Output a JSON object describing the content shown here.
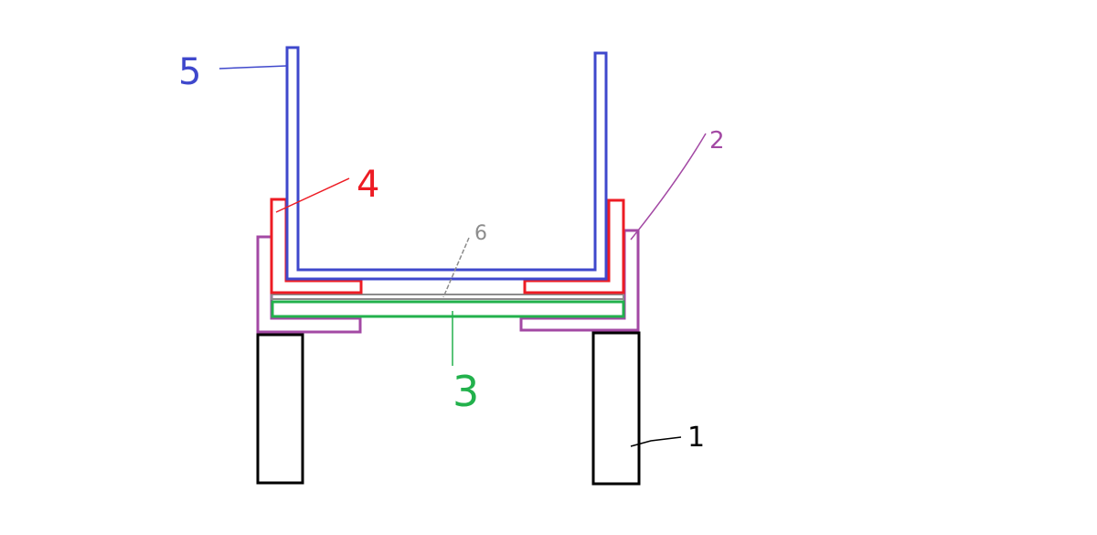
{
  "labels": {
    "part1": "1",
    "part2": "2",
    "part3": "3",
    "part4": "4",
    "part5": "5",
    "part6": "6"
  },
  "colors": {
    "part1": "#000000",
    "part2": "#a349a4",
    "part3": "#22b14c",
    "part4": "#ed1c24",
    "part5": "#3f48cc",
    "part6": "#8c8c8c"
  }
}
